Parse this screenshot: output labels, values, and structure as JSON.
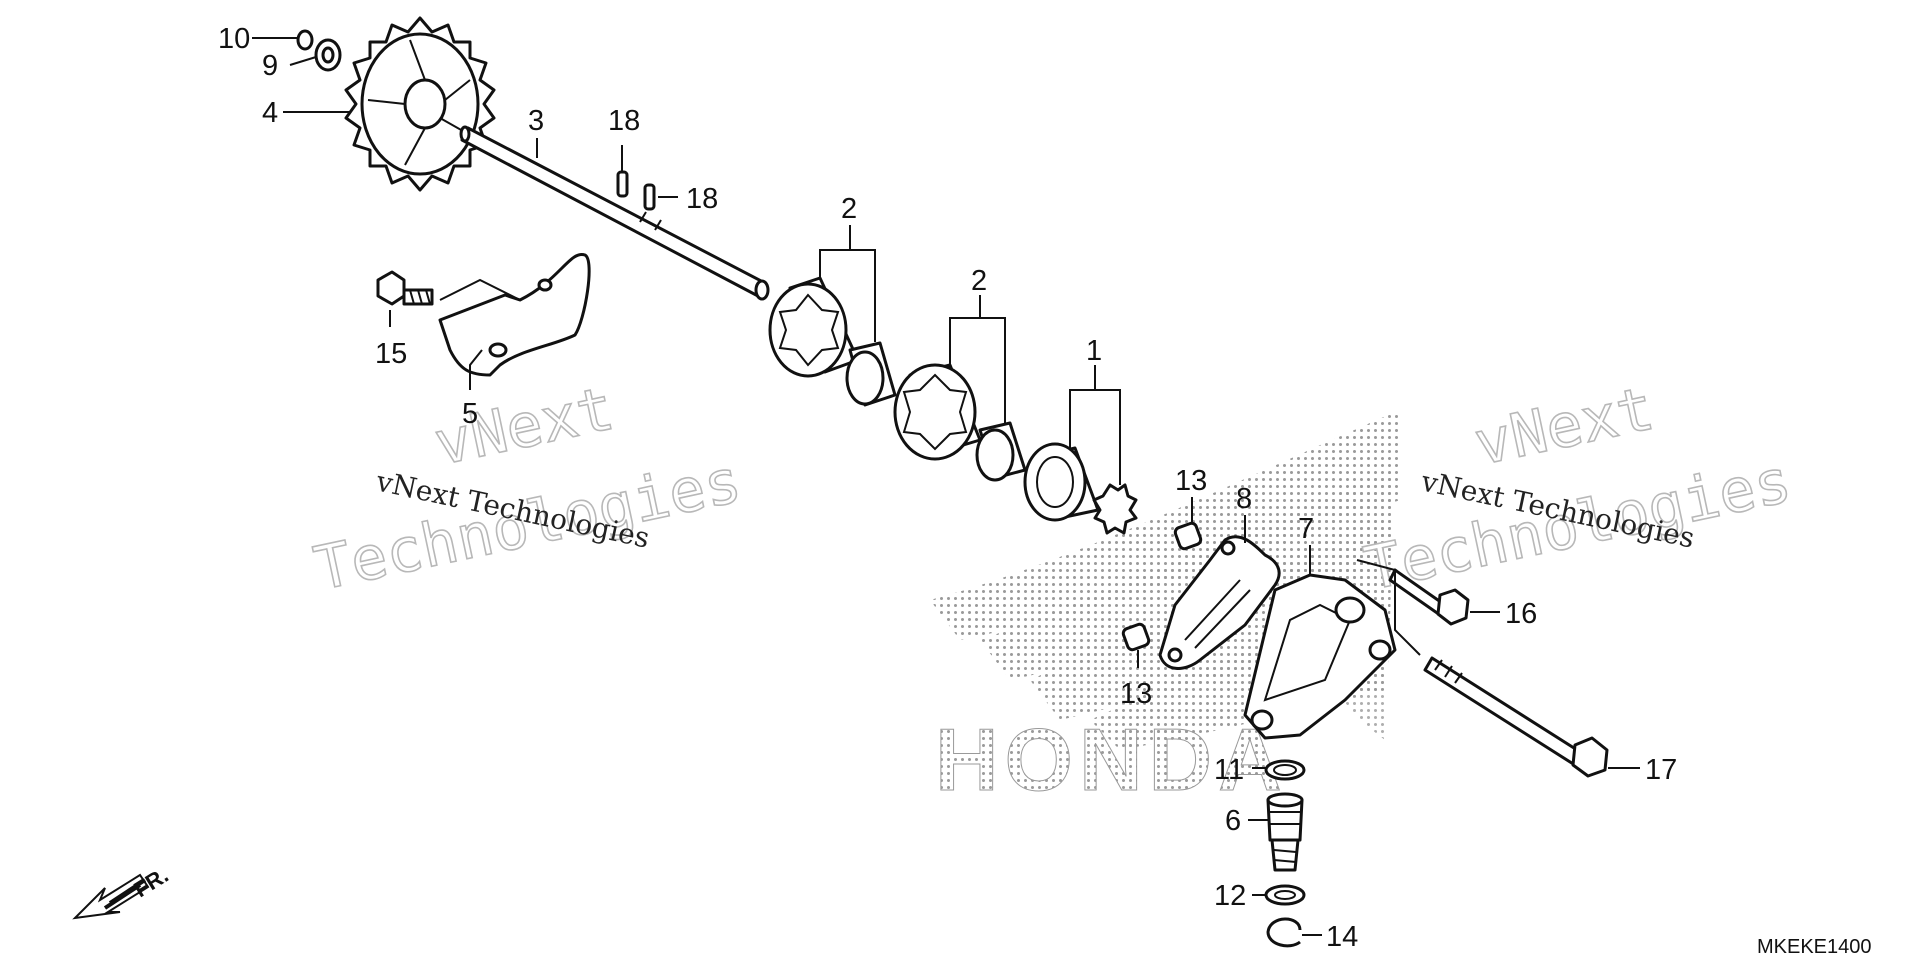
{
  "callouts": {
    "p1": "1",
    "p2a": "2",
    "p2b": "2",
    "p3": "3",
    "p4": "4",
    "p5": "5",
    "p6": "6",
    "p7": "7",
    "p8": "8",
    "p9": "9",
    "p10": "10",
    "p11": "11",
    "p12": "12",
    "p13a": "13",
    "p13b": "13",
    "p14": "14",
    "p15": "15",
    "p16": "16",
    "p17": "17",
    "p18a": "18",
    "p18b": "18"
  },
  "watermark": {
    "line1": "vNext",
    "line2": "Technologies",
    "small": "vNext Technologies"
  },
  "brand_logo_text": "HONDA",
  "direction_label": "FR.",
  "diagram_code": "MKEKE1400",
  "colors": {
    "ink": "#111111",
    "watermark": "#b8b8b8",
    "logo_dots": "#9a9a9a"
  }
}
